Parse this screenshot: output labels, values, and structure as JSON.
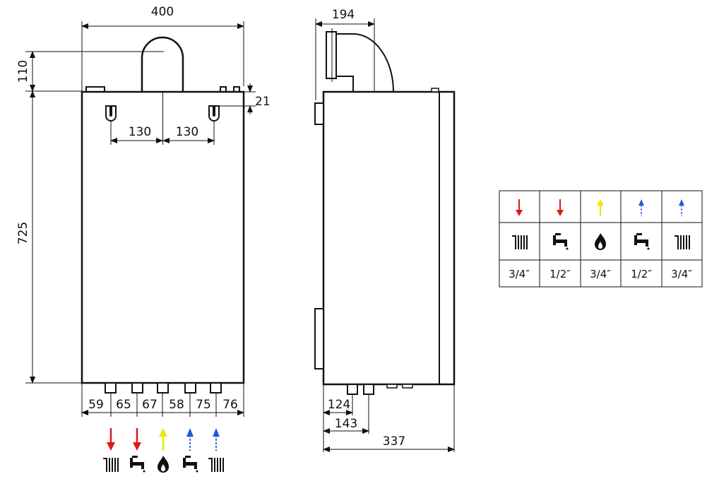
{
  "colors": {
    "line": "#111111",
    "supply_red": "#d91a1a",
    "gas_yellow": "#f2f200",
    "return_blue": "#1a5bd9"
  },
  "front_view": {
    "width_label": "400",
    "top_ext_label": "110",
    "height_label": "725",
    "hook_offset_label": "21",
    "hook_spacing_left": "130",
    "hook_spacing_right": "130",
    "connection_spacing": [
      "59",
      "65",
      "67",
      "58",
      "75",
      "76"
    ]
  },
  "side_view": {
    "flue_offset_label": "194",
    "conn1_label": "124",
    "conn2_label": "143",
    "depth_label": "337"
  },
  "legend_icons": [
    {
      "arrow": "down",
      "color": "supply_red",
      "icon": "radiator-icon"
    },
    {
      "arrow": "down",
      "color": "supply_red",
      "icon": "tap-icon"
    },
    {
      "arrow": "up",
      "color": "gas_yellow",
      "icon": "flame-icon"
    },
    {
      "arrow": "up",
      "color": "return_blue",
      "icon": "tap-icon"
    },
    {
      "arrow": "up",
      "color": "return_blue",
      "icon": "radiator-icon"
    }
  ],
  "connection_table": {
    "sizes": [
      "3/4″",
      "1/2″",
      "3/4″",
      "1/2″",
      "3/4″"
    ]
  }
}
